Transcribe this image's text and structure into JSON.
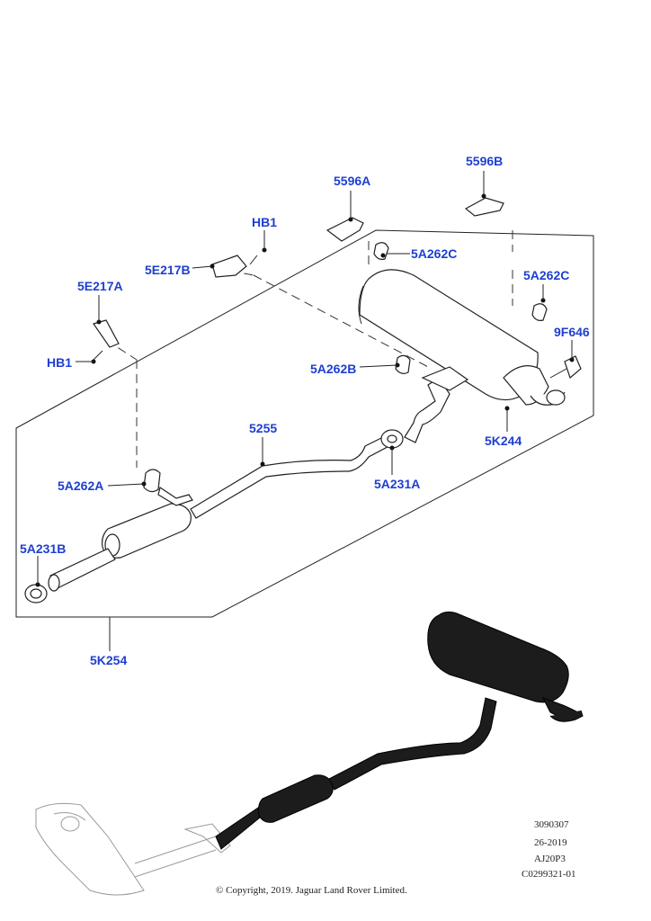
{
  "callouts": {
    "c5596A": "5596A",
    "c5596B": "5596B",
    "cHB1top": "HB1",
    "c5E217B": "5E217B",
    "c5A262C_1": "5A262C",
    "c5A262C_2": "5A262C",
    "c5E217A": "5E217A",
    "cHB1left": "HB1",
    "c9F646": "9F646",
    "c5A262B": "5A262B",
    "c5255": "5255",
    "c5K244": "5K244",
    "c5A262A": "5A262A",
    "c5A231A": "5A231A",
    "c5A231B": "5A231B",
    "c5K254": "5K254"
  },
  "meta": {
    "ref1": "3090307",
    "ref2": "26-2019",
    "ref3": "AJ20P3",
    "ref4": "C0299321-01",
    "copyright": "© Copyright, 2019. Jaguar Land Rover Limited."
  },
  "colors": {
    "callout": "#1e3fd0",
    "line": "#222222",
    "part_dark": "#1c1c1c"
  }
}
